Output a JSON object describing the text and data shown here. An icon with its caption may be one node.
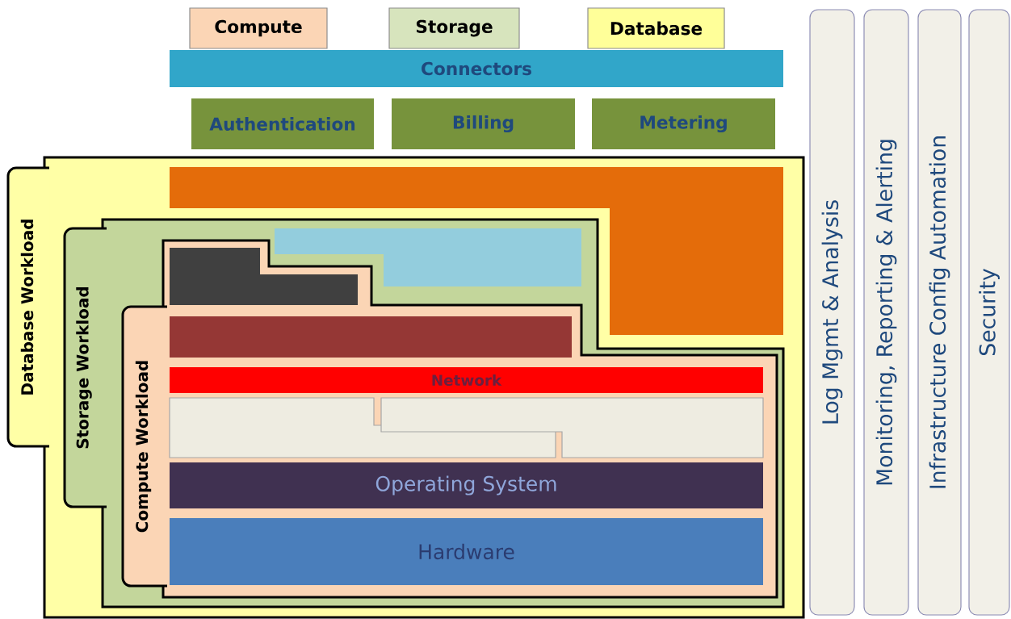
{
  "diagram": {
    "nodes": [
      {
        "text": [
          "Compute"
        ]
      },
      {
        "text": [
          "Storage"
        ]
      },
      {
        "text": [
          "Database"
        ]
      },
      {
        "text": [
          "Connectors"
        ]
      },
      {
        "text": [
          "Authentication"
        ]
      },
      {
        "text": [
          "Billing"
        ]
      },
      {
        "text": [
          "Metering"
        ]
      },
      {
        "text": [
          "Database Workload"
        ]
      },
      {
        "text": [],
        "shape": "box",
        "in": 7
      },
      {
        "text": [
          "Storage Workload"
        ],
        "in": 7
      },
      {
        "text": [],
        "shape": "box",
        "in": 9
      },
      {
        "text": [
          "Compute Workload"
        ],
        "in": 9
      },
      {
        "text": [],
        "shape": "box",
        "in": 11
      },
      {
        "text": [],
        "shape": "box",
        "in": 11
      },
      {
        "text": [
          "Network"
        ],
        "in": 11
      },
      {
        "text": [],
        "shape": "box",
        "in": 11
      },
      {
        "text": [],
        "shape": "box",
        "in": 11
      },
      {
        "text": [
          "Operating System"
        ],
        "in": 11
      },
      {
        "text": [
          "Hardware"
        ],
        "in": 11
      },
      {
        "text": [
          "Log Mgmt & Analysis"
        ]
      },
      {
        "text": [
          "Monitoring, Reporting & Alerting"
        ]
      },
      {
        "text": [
          "Infrastructure Config Automation"
        ]
      },
      {
        "text": [
          "Security"
        ]
      }
    ],
    "edges": []
  }
}
